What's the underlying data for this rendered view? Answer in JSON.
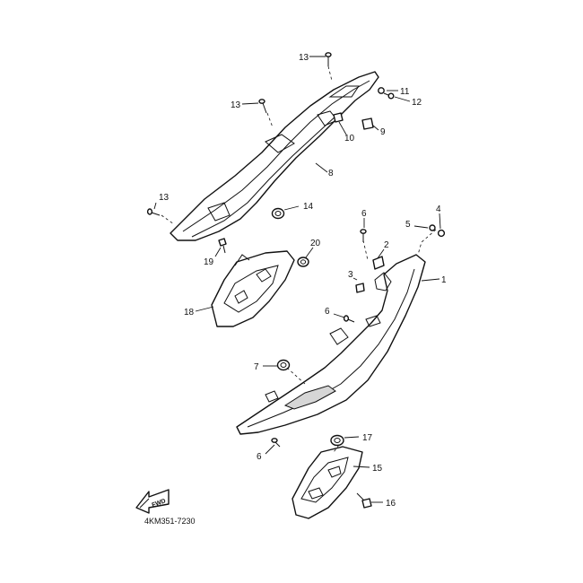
{
  "diagram_code": "4KM351-7230",
  "fwd_label": "FWD",
  "callouts": {
    "c1": "1",
    "c2": "2",
    "c3": "3",
    "c4": "4",
    "c5": "5",
    "c6a": "6",
    "c6b": "6",
    "c6c": "6",
    "c7": "7",
    "c8": "8",
    "c9": "9",
    "c10": "10",
    "c11": "11",
    "c12": "12",
    "c13a": "13",
    "c13b": "13",
    "c13c": "13",
    "c14": "14",
    "c15": "15",
    "c16": "16",
    "c17": "17",
    "c18": "18",
    "c19": "19",
    "c20": "20"
  }
}
